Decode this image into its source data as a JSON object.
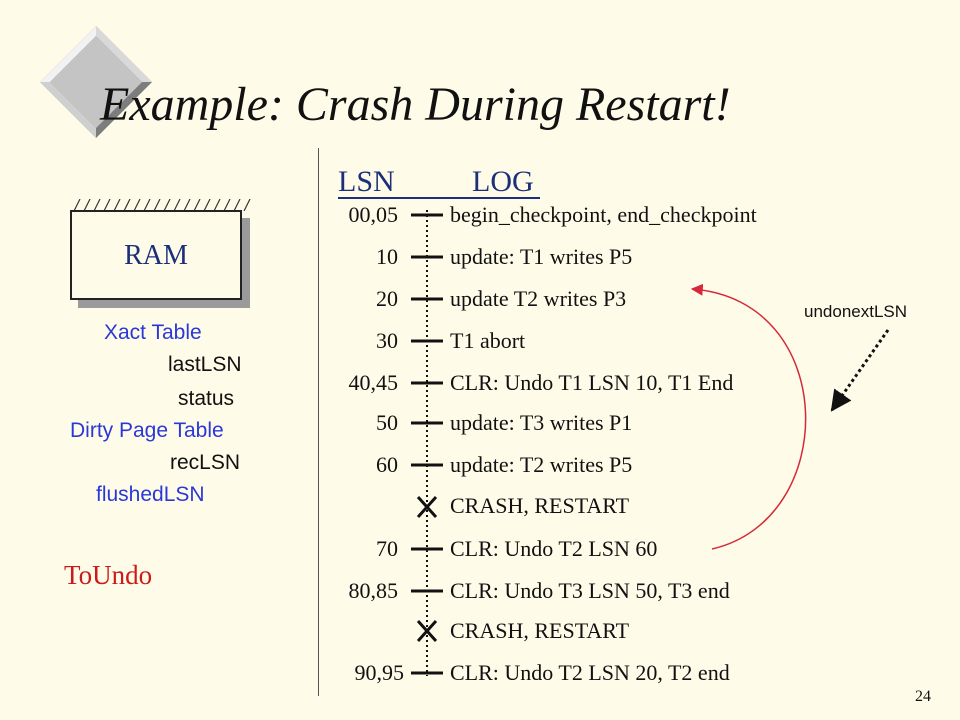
{
  "slide": {
    "title": "Example: Crash During Restart!",
    "page_number": "24"
  },
  "memory": {
    "ram_label": "RAM",
    "xact_table_label": "Xact Table",
    "last_lsn_label": "lastLSN",
    "status_label": "status",
    "dirty_page_table_label": "Dirty Page Table",
    "rec_lsn_label": "recLSN",
    "flushed_lsn_label": "flushedLSN",
    "to_undo_label": "ToUndo"
  },
  "log": {
    "lsn_header": "LSN",
    "log_header": "LOG",
    "entries": [
      {
        "lsn": "00,05",
        "text": "begin_checkpoint, end_checkpoint",
        "marker": "tick"
      },
      {
        "lsn": "10",
        "text": "update: T1 writes P5",
        "marker": "tick"
      },
      {
        "lsn": "20",
        "text": "update T2 writes P3",
        "marker": "tick"
      },
      {
        "lsn": "30",
        "text": "T1 abort",
        "marker": "tick"
      },
      {
        "lsn": "40,45",
        "text": "CLR: Undo T1 LSN 10, T1 End",
        "marker": "tick"
      },
      {
        "lsn": "50",
        "text": "update: T3 writes P1",
        "marker": "tick"
      },
      {
        "lsn": "60",
        "text": "update: T2 writes P5",
        "marker": "tick"
      },
      {
        "lsn": "",
        "text": "CRASH, RESTART",
        "marker": "cross"
      },
      {
        "lsn": "70",
        "text": "CLR: Undo T2 LSN 60",
        "marker": "tick"
      },
      {
        "lsn": "80,85",
        "text": "CLR: Undo T3 LSN 50, T3 end",
        "marker": "tick"
      },
      {
        "lsn": "",
        "text": "CRASH, RESTART",
        "marker": "cross"
      },
      {
        "lsn": "90,95",
        "text": "CLR: Undo T2 LSN 20, T2 end",
        "marker": "tick"
      }
    ]
  },
  "annotation": {
    "undonext_label": "undonextLSN"
  },
  "colors": {
    "background": "#fffbe9",
    "heading_blue": "#1b2f7a",
    "sidebar_blue": "#2a38d8",
    "to_undo_red": "#cc1a1a",
    "arrow_red": "#d6283a"
  }
}
